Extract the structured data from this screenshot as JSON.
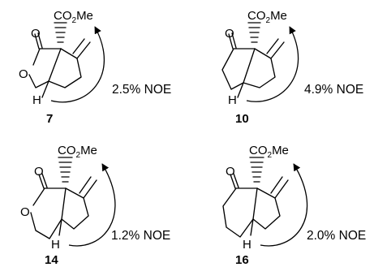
{
  "figure": {
    "atom_labels": {
      "ester": "CO",
      "ester_sub": "2",
      "ester_tail": "Me",
      "oxygen": "O",
      "hydrogen": "H"
    },
    "compounds": [
      {
        "id": "7",
        "noe": "2.5% NOE"
      },
      {
        "id": "10",
        "noe": "4.9% NOE"
      },
      {
        "id": "14",
        "noe": "1.2% NOE"
      },
      {
        "id": "16",
        "noe": "2.0% NOE"
      }
    ]
  }
}
